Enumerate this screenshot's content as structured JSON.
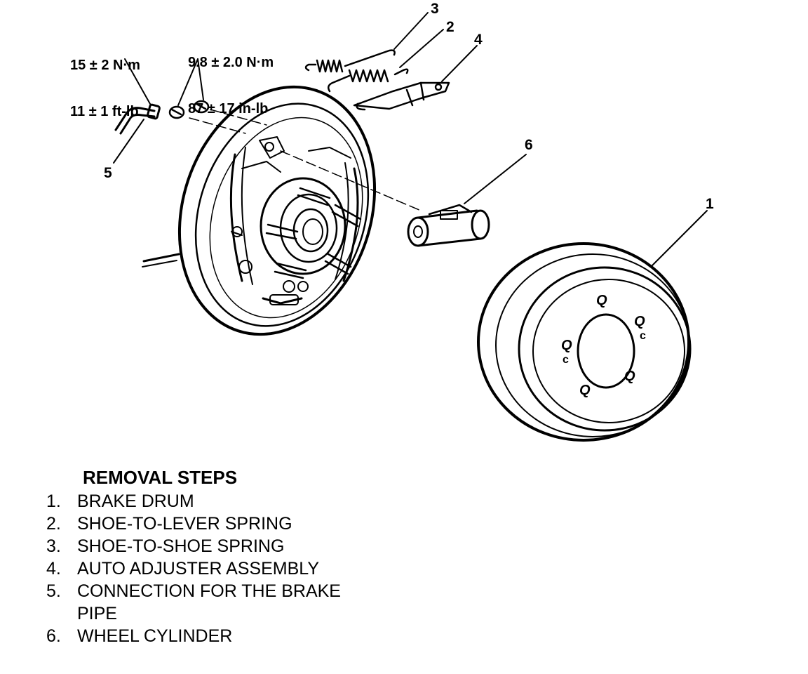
{
  "torque_specs": {
    "pipe_fitting": {
      "line1": "15 ± 2 N·m",
      "line2": "11 ± 1 ft-lb"
    },
    "cylinder_bolts": {
      "line1": "9.8 ± 2.0 N·m",
      "line2": "87 ± 17 in-lb"
    }
  },
  "callouts": {
    "c1": "1",
    "c2": "2",
    "c3": "3",
    "c4": "4",
    "c5": "5",
    "c6": "6"
  },
  "steps": {
    "title": "REMOVAL STEPS",
    "items": [
      {
        "num": "1.",
        "text": "BRAKE DRUM"
      },
      {
        "num": "2.",
        "text": "SHOE-TO-LEVER SPRING"
      },
      {
        "num": "3.",
        "text": "SHOE-TO-SHOE SPRING"
      },
      {
        "num": "4.",
        "text": "AUTO ADJUSTER ASSEMBLY"
      },
      {
        "num": "5.",
        "text": "CONNECTION FOR THE BRAKE"
      },
      {
        "num": "",
        "text": "PIPE"
      },
      {
        "num": "6.",
        "text": "WHEEL CYLINDER"
      }
    ]
  },
  "drum_lug_marks": {
    "a": "Q",
    "b": "Q",
    "c": "Q",
    "d": "Q",
    "e": "Q",
    "f": "c",
    "g": "c"
  }
}
